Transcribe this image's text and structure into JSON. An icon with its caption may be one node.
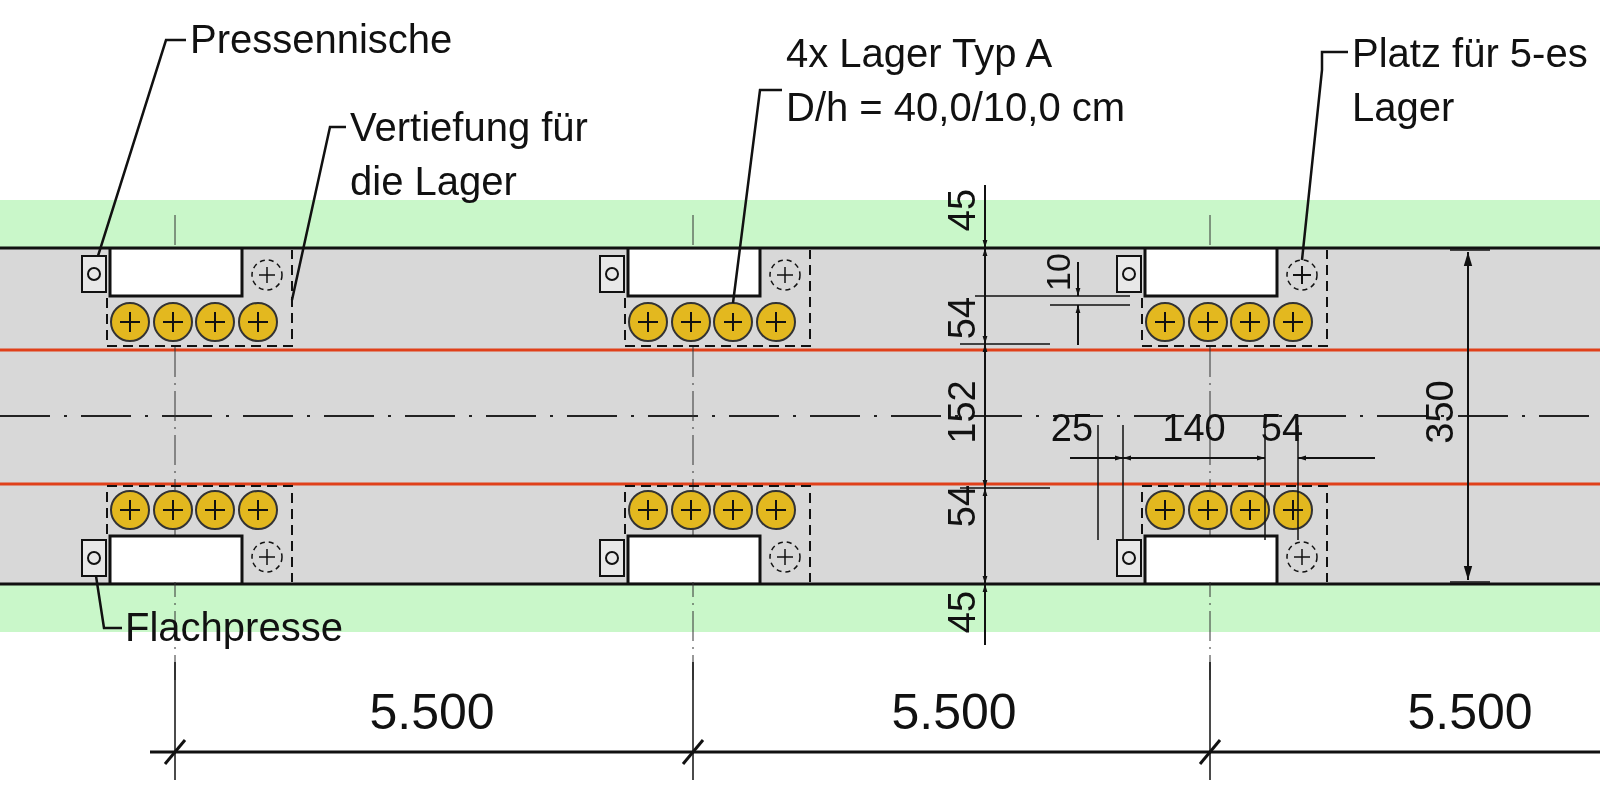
{
  "diagram": {
    "nodes": [
      {
        "text": [
          "Pressennische"
        ]
      },
      {
        "text": [
          "Vertiefung für die Lager"
        ]
      },
      {
        "text": [
          "4x Lager Typ A",
          "D/h = 40,0/10,0 cm"
        ]
      },
      {
        "text": [
          "Platz für 5-es Lager"
        ]
      },
      {
        "text": [
          "Flachpresse"
        ]
      },
      {
        "text": [],
        "shape": "box"
      },
      {
        "text": [],
        "shape": "box"
      },
      {
        "text": [],
        "shape": "circle"
      },
      {
        "text": [],
        "shape": "circle"
      },
      {
        "text": [],
        "shape": "box"
      }
    ],
    "edges": [
      {
        "from": 0,
        "to": 5,
        "arrow": "none"
      },
      {
        "from": 1,
        "to": 6,
        "arrow": "none"
      },
      {
        "from": 2,
        "to": 7,
        "arrow": "none"
      },
      {
        "from": 3,
        "to": 8,
        "arrow": "none"
      },
      {
        "from": 4,
        "to": 9,
        "arrow": "none"
      }
    ],
    "labels": [
      "45",
      "10",
      "54",
      "152",
      "350",
      "25",
      "140",
      "54",
      "54",
      "45",
      "5.500",
      "5.500",
      "5.500"
    ]
  }
}
